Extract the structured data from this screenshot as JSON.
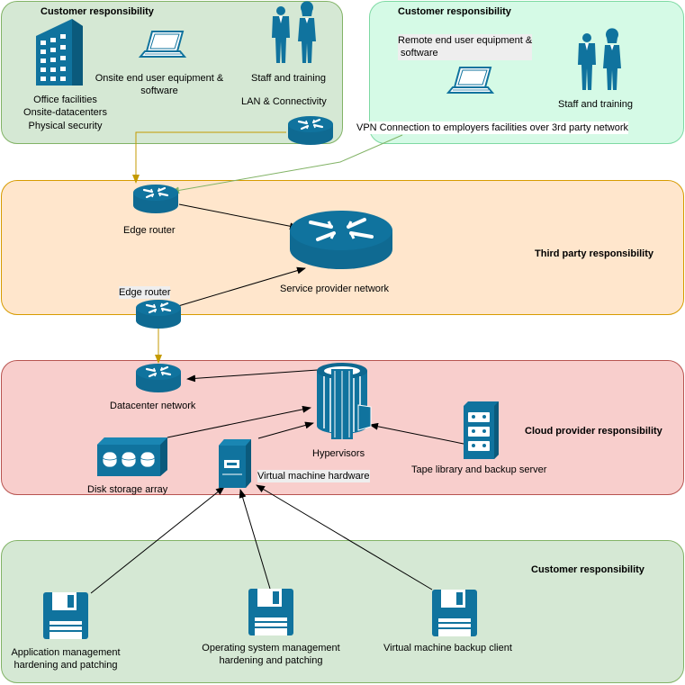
{
  "colors": {
    "green_zone": "#d5e8d4",
    "green_border": "#82b366",
    "mint_zone": "#d5fae6",
    "mint_border": "#7ed9a3",
    "orange_zone": "#ffe6cc",
    "orange_border": "#d79b00",
    "red_zone": "#f8cecc",
    "red_border": "#b85450",
    "icon_blue": "#10739e",
    "connector_gold": "#c49a00",
    "connector_green": "#82b366"
  },
  "zones": {
    "customer_onsite": {
      "title": "Customer responsibility"
    },
    "customer_remote": {
      "title": "Customer responsibility"
    },
    "third_party": {
      "title": "Third party responsibility"
    },
    "cloud_provider": {
      "title": "Cloud provider responsibility"
    },
    "customer_vm": {
      "title": "Customer responsibility"
    }
  },
  "nodes": {
    "office": {
      "icon": "office-building-icon",
      "lines": [
        "Office facilities",
        "Onsite-datacenters",
        "Physical security"
      ]
    },
    "onsite_equipment": {
      "icon": "laptop-icon",
      "lines": [
        "Onsite end user equipment &",
        "software"
      ]
    },
    "onsite_staff": {
      "icon": "staff-icon",
      "lines": [
        "Staff and training"
      ]
    },
    "lan": {
      "icon": "router-icon",
      "lines": [
        "LAN & Connectivity"
      ]
    },
    "remote_equipment": {
      "icon": "laptop-icon",
      "lines": [
        "Remote end user equipment &",
        " software"
      ]
    },
    "remote_staff": {
      "icon": "staff-icon",
      "lines": [
        "Staff and training"
      ]
    },
    "vpn": {
      "lines": [
        "VPN Connection to employers facilities over 3rd party network"
      ]
    },
    "edge_router_top": {
      "icon": "router-icon",
      "lines": [
        "Edge router"
      ]
    },
    "edge_router_bottom": {
      "icon": "router-icon",
      "lines": [
        "Edge router"
      ]
    },
    "service_provider": {
      "icon": "large-router-icon",
      "lines": [
        "Service provider network"
      ]
    },
    "datacenter_network": {
      "icon": "router-icon",
      "lines": [
        "Datacenter network"
      ]
    },
    "hypervisors": {
      "icon": "mainframe-icon",
      "lines": [
        "Hypervisors"
      ]
    },
    "disk_storage": {
      "icon": "disk-array-icon",
      "lines": [
        "Disk storage array"
      ]
    },
    "vm_hardware": {
      "icon": "server-tower-icon",
      "lines": [
        "Virtual machine hardware"
      ]
    },
    "tape_library": {
      "icon": "tape-library-icon",
      "lines": [
        "Tape library and backup server"
      ]
    },
    "app_mgmt": {
      "icon": "floppy-icon",
      "lines": [
        "Application management",
        "hardening and patching"
      ]
    },
    "os_mgmt": {
      "icon": "floppy-icon",
      "lines": [
        "Operating system management",
        "hardening and patching"
      ]
    },
    "vm_backup": {
      "icon": "floppy-icon",
      "lines": [
        "Virtual machine backup client"
      ]
    }
  }
}
